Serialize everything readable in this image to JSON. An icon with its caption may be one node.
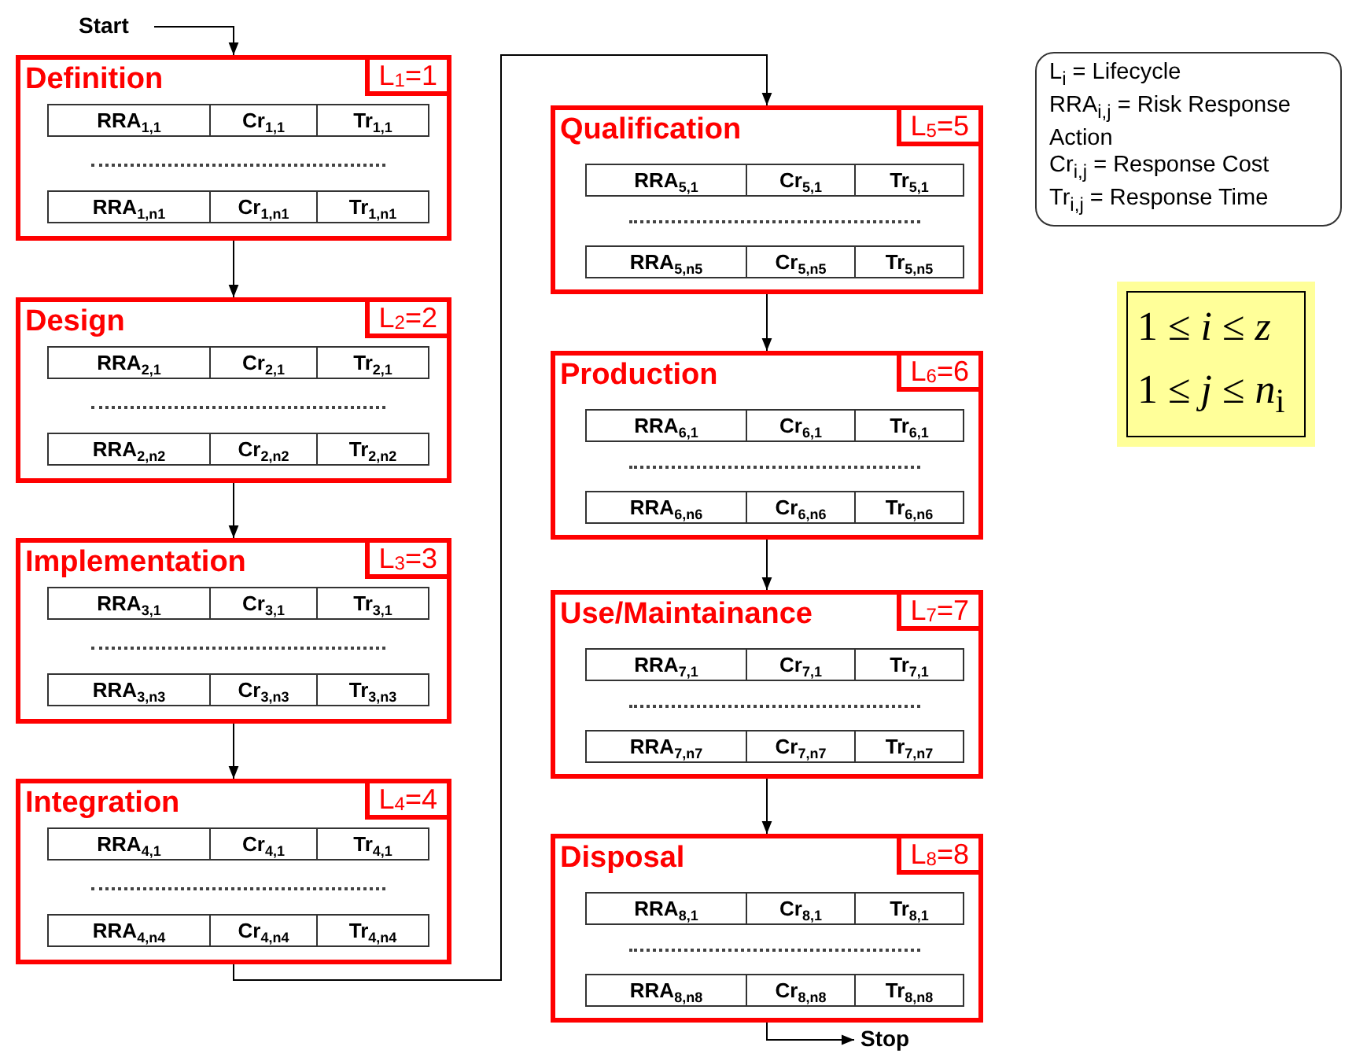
{
  "diagram": {
    "nodes": [
      {
        "text": [
          "Start"
        ]
      },
      {
        "text": [
          "Definition",
          "L$_{1}$=1"
        ]
      },
      {
        "text": [
          "RRA$_{1,1}$"
        ],
        "in": 1
      },
      {
        "text": [
          "Cr$_{1,1}$"
        ],
        "in": 1
      },
      {
        "text": [
          "Tr$_{1,1}$"
        ],
        "in": 1
      },
      {
        "text": [
          "RRA$_{1,n1}$"
        ],
        "in": 1
      },
      {
        "text": [
          "Cr$_{1,n1}$"
        ],
        "in": 1
      },
      {
        "text": [
          "Tr$_{1,n1}$"
        ],
        "in": 1
      },
      {
        "text": [
          "Design",
          "L$_{2}$=2"
        ]
      },
      {
        "text": [
          "RRA$_{2,1}$"
        ],
        "in": 8
      },
      {
        "text": [
          "Cr$_{2,1}$"
        ],
        "in": 8
      },
      {
        "text": [
          "Tr$_{2,1}$"
        ],
        "in": 8
      },
      {
        "text": [
          "RRA$_{2,n2}$"
        ],
        "in": 8
      },
      {
        "text": [
          "Cr$_{2,n2}$"
        ],
        "in": 8
      },
      {
        "text": [
          "Tr$_{2,n2}$"
        ],
        "in": 8
      },
      {
        "text": [
          "Implementation",
          "L$_{3}$=3"
        ]
      },
      {
        "text": [
          "RRA$_{3,1}$"
        ],
        "in": 15
      },
      {
        "text": [
          "Cr$_{3,1}$"
        ],
        "in": 15
      },
      {
        "text": [
          "Tr$_{3,1}$"
        ],
        "in": 15
      },
      {
        "text": [
          "RRA$_{3,n3}$"
        ],
        "in": 15
      },
      {
        "text": [
          "Cr$_{3,n3}$"
        ],
        "in": 15
      },
      {
        "text": [
          "Tr$_{3,n3}$"
        ],
        "in": 15
      },
      {
        "text": [
          "Integration",
          "L$_{4}$=4"
        ]
      },
      {
        "text": [
          "RRA$_{4,1}$"
        ],
        "in": 22
      },
      {
        "text": [
          "Cr$_{4,1}$"
        ],
        "in": 22
      },
      {
        "text": [
          "Tr$_{4,1}$"
        ],
        "in": 22
      },
      {
        "text": [
          "RRA$_{4,n4}$"
        ],
        "in": 22
      },
      {
        "text": [
          "Cr$_{4,n4}$"
        ],
        "in": 22
      },
      {
        "text": [
          "Tr$_{4,n4}$"
        ],
        "in": 22
      },
      {
        "text": [
          "Qualification",
          "L$_{5}$=5"
        ]
      },
      {
        "text": [
          "RRA$_{5,1}$"
        ],
        "in": 29
      },
      {
        "text": [
          "Cr$_{5,1}$"
        ],
        "in": 29
      },
      {
        "text": [
          "Tr$_{5,1}$"
        ],
        "in": 29
      },
      {
        "text": [
          "RRA$_{5,n5}$"
        ],
        "in": 29
      },
      {
        "text": [
          "Cr$_{5,n5}$"
        ],
        "in": 29
      },
      {
        "text": [
          "Tr$_{5,n5}$"
        ],
        "in": 29
      },
      {
        "text": [
          "Production",
          "L$_{6}$=6"
        ]
      },
      {
        "text": [
          "RRA$_{6,1}$"
        ],
        "in": 36
      },
      {
        "text": [
          "Cr$_{6,1}$"
        ],
        "in": 36
      },
      {
        "text": [
          "Tr$_{6,1}$"
        ],
        "in": 36
      },
      {
        "text": [
          "RRA$_{6,n6}$"
        ],
        "in": 36
      },
      {
        "text": [
          "Cr$_{6,n6}$"
        ],
        "in": 36
      },
      {
        "text": [
          "Tr$_{6,n6}$"
        ],
        "in": 36
      },
      {
        "text": [
          "Use/Maintainance",
          "L$_{7}$=7"
        ]
      },
      {
        "text": [
          "RRA$_{7,1}$"
        ],
        "in": 43
      },
      {
        "text": [
          "Cr$_{7,1}$"
        ],
        "in": 43
      },
      {
        "text": [
          "Tr$_{7,1}$"
        ],
        "in": 43
      },
      {
        "text": [
          "RRA$_{7,n7}$"
        ],
        "in": 43
      },
      {
        "text": [
          "Cr$_{7,n7}$"
        ],
        "in": 43
      },
      {
        "text": [
          "Tr$_{7,n7}$"
        ],
        "in": 43
      },
      {
        "text": [
          "Disposal",
          "L$_{8}$=8"
        ]
      },
      {
        "text": [
          "RRA$_{8,1}$"
        ],
        "in": 50
      },
      {
        "text": [
          "Cr$_{8,1}$"
        ],
        "in": 50
      },
      {
        "text": [
          "Tr$_{8,1}$"
        ],
        "in": 50
      },
      {
        "text": [
          "RRA$_{8,n8}$"
        ],
        "in": 50
      },
      {
        "text": [
          "Cr$_{8,n8}$"
        ],
        "in": 50
      },
      {
        "text": [
          "Tr$_{8,n8}$"
        ],
        "in": 50
      },
      {
        "text": [
          "Stop"
        ]
      },
      {
        "text": [
          "L$_{i}$ = Lifecycle",
          "RRA$_{i,j}$ = Risk Response Action",
          "Cr$_{i,j}$ = Response Cost",
          "Tr$_{i,j}$ = Response Time"
        ]
      },
      {
        "text": [
          "1 ≤ *i* ≤ *z*",
          "1 ≤ *j* ≤ *n*$_{i}$"
        ]
      }
    ],
    "edges": [
      {
        "from": 0,
        "to": 1,
        "arrow": "to"
      },
      {
        "from": 1,
        "to": 8,
        "arrow": "to"
      },
      {
        "from": 8,
        "to": 15,
        "arrow": "to"
      },
      {
        "from": 15,
        "to": 22,
        "arrow": "to"
      },
      {
        "from": 22,
        "to": 29,
        "arrow": "to"
      },
      {
        "from": 29,
        "to": 36,
        "arrow": "to"
      },
      {
        "from": 36,
        "to": 43,
        "arrow": "to"
      },
      {
        "from": 43,
        "to": 50,
        "arrow": "to"
      },
      {
        "from": 50,
        "to": 57,
        "arrow": "to"
      }
    ]
  }
}
